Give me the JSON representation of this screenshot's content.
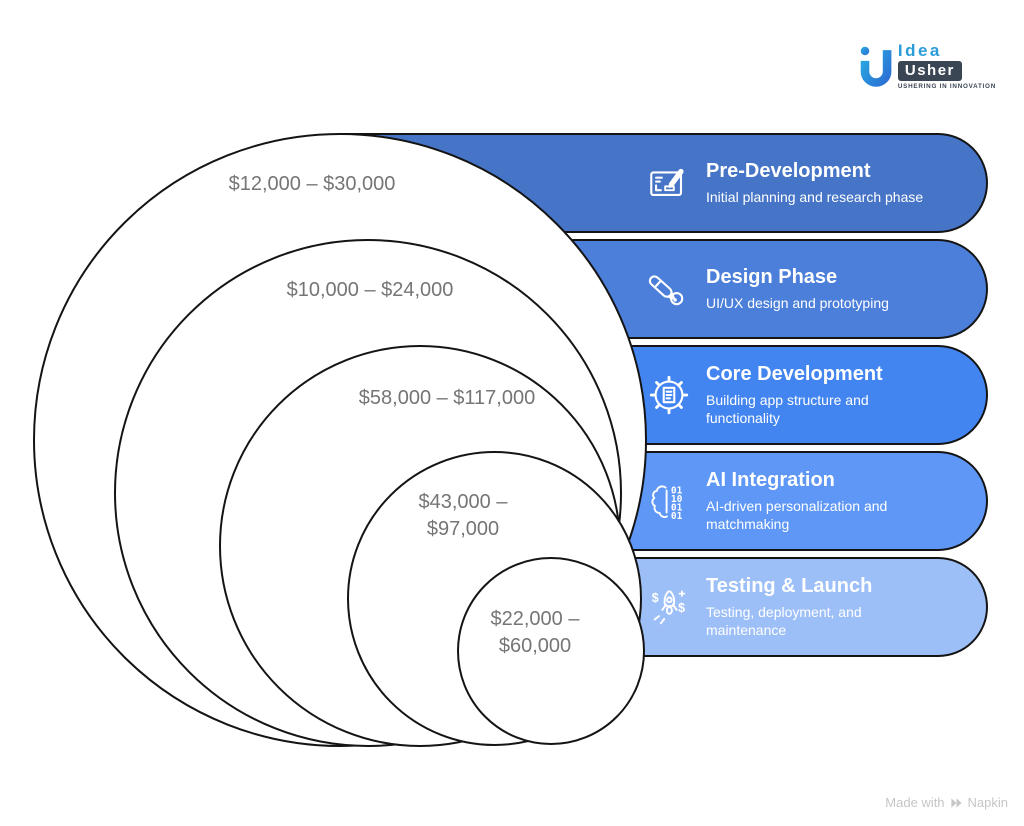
{
  "logo": {
    "icon": "idea-usher-u-icon",
    "word_top": "Idea",
    "word_bottom": "Usher",
    "tagline": "USHERING IN INNOVATION",
    "accent_color": "#2B9CD8",
    "box_color": "#3A4653"
  },
  "phases": [
    {
      "title": "Pre-Development",
      "description": "Initial planning and research phase",
      "cost_range": "$12,000 – $30,000",
      "cost_min": 12000,
      "cost_max": 30000,
      "icon": "blueprint-pencil-icon",
      "bar_color": "#4674C6"
    },
    {
      "title": "Design Phase",
      "description": "UI/UX design and prototyping",
      "cost_range": "$10,000 – $24,000",
      "cost_min": 10000,
      "cost_max": 24000,
      "icon": "pen-tool-icon",
      "bar_color": "#4B7FD9"
    },
    {
      "title": "Core Development",
      "description": "Building app structure and functionality",
      "cost_range": "$58,000 – $117,000",
      "cost_min": 58000,
      "cost_max": 117000,
      "icon": "gear-document-icon",
      "bar_color": "#4285F0"
    },
    {
      "title": "AI Integration",
      "description": "AI-driven personalization and matchmaking",
      "cost_range": "$43,000 – $97,000",
      "cost_min": 43000,
      "cost_max": 97000,
      "icon": "brain-binary-icon",
      "bar_color": "#5E97F6"
    },
    {
      "title": "Testing & Launch",
      "description": "Testing, deployment, and maintenance",
      "cost_range": "$22,000 – $60,000",
      "cost_min": 22000,
      "cost_max": 60000,
      "icon": "rocket-dollar-icon",
      "bar_color": "#9DBFF8"
    }
  ],
  "outline_color": "#141414",
  "label_color": "#757575",
  "footer": {
    "prefix": "Made with",
    "brand": "Napkin",
    "icon": "napkin-logo-icon"
  }
}
